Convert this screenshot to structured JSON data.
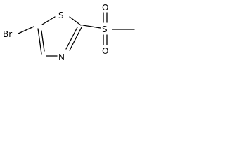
{
  "molecule": {
    "atoms": {
      "bromine": "Br",
      "sulfur_ring": "S",
      "nitrogen": "N",
      "sulfur_sulfonyl": "S",
      "oxygen_top": "O",
      "oxygen_bottom": "O"
    }
  }
}
